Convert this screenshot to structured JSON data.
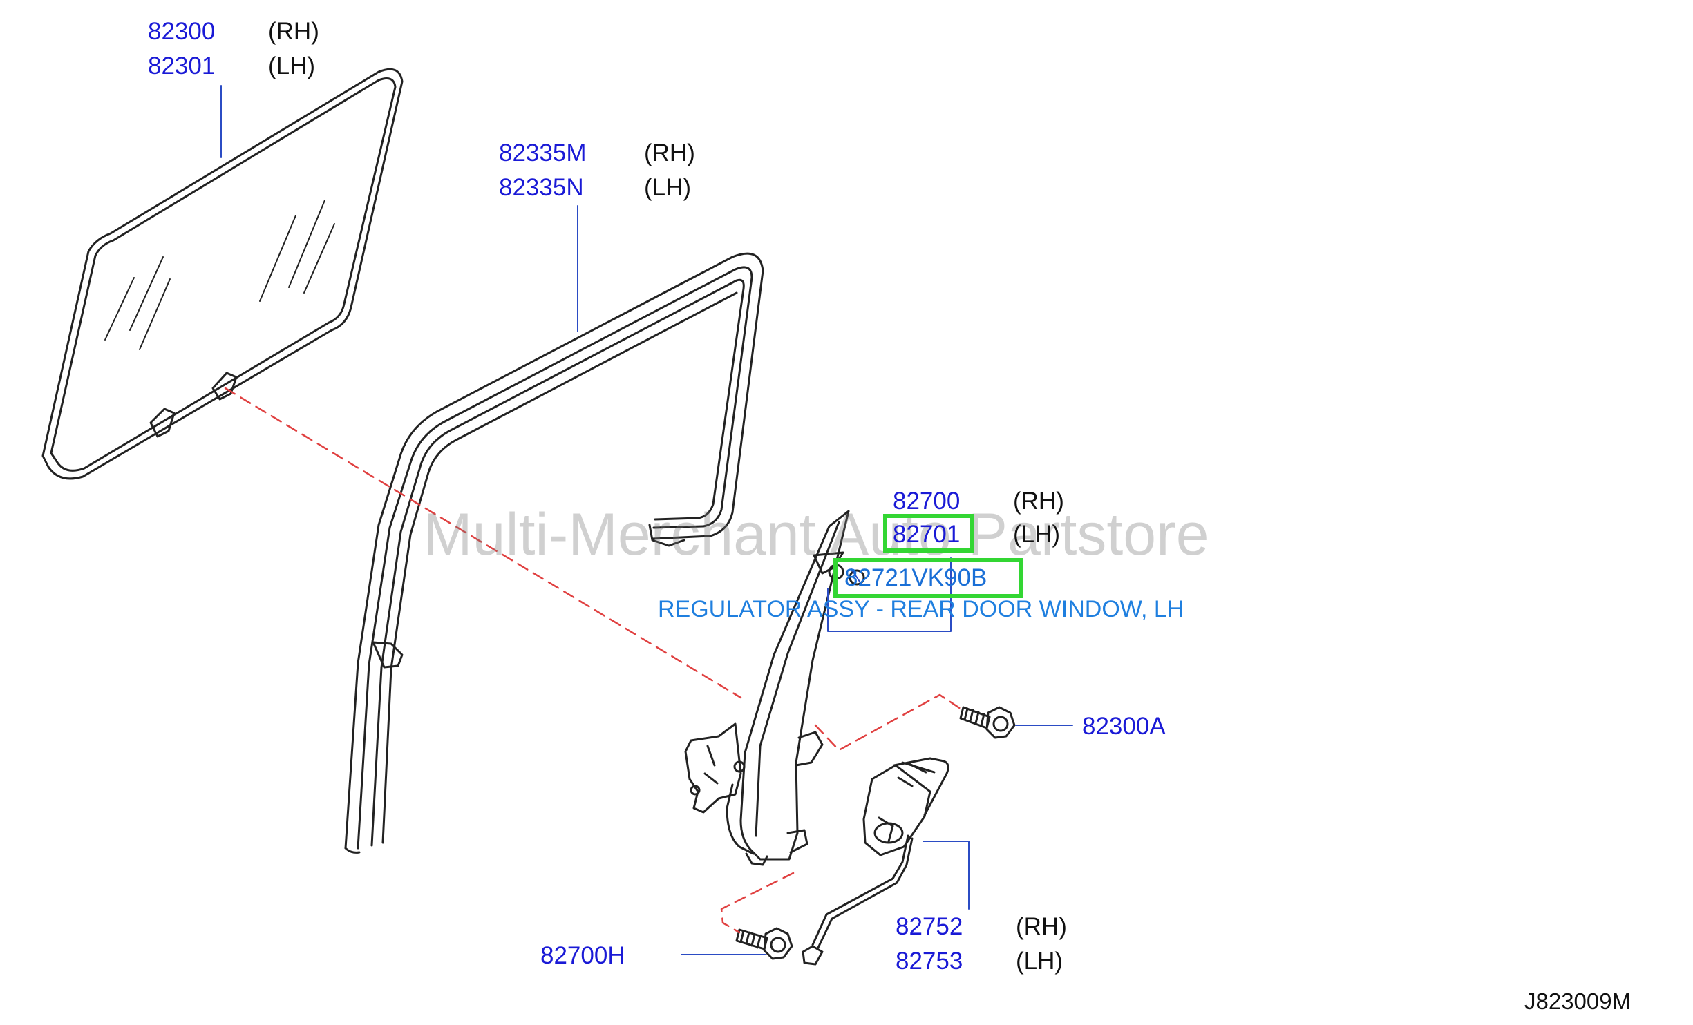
{
  "diagram_id": "J823009M",
  "watermark": "Multi-Merchant Auto Partstore",
  "colors": {
    "part_number": "#1a1ad6",
    "side_text": "#111111",
    "leader_line": "#2b4cc4",
    "dashed_line": "#e04040",
    "highlight_box": "#33d633",
    "description": "#1f7fdf",
    "line_art": "#222222"
  },
  "callouts": {
    "glass": {
      "pn_rh": "82300",
      "side_rh": "(RH)",
      "pn_lh": "82301",
      "side_lh": "(LH)"
    },
    "run_channel": {
      "pn_rh": "82335M",
      "side_rh": "(RH)",
      "pn_lh": "82335N",
      "side_lh": "(LH)"
    },
    "regulator": {
      "pn_rh": "82700",
      "side_rh": "(RH)",
      "pn_lh": "82701",
      "side_lh": "(LH)"
    },
    "highlighted_part": {
      "pn": "82721VK90B",
      "description": "REGULATOR ASSY - REAR DOOR WINDOW, LH"
    },
    "bolt_regulator": {
      "pn": "82300A"
    },
    "motor": {
      "pn_rh": "82752",
      "side_rh": "(RH)",
      "pn_lh": "82753",
      "side_lh": "(LH)"
    },
    "bolt_lower": {
      "pn": "82700H"
    }
  }
}
